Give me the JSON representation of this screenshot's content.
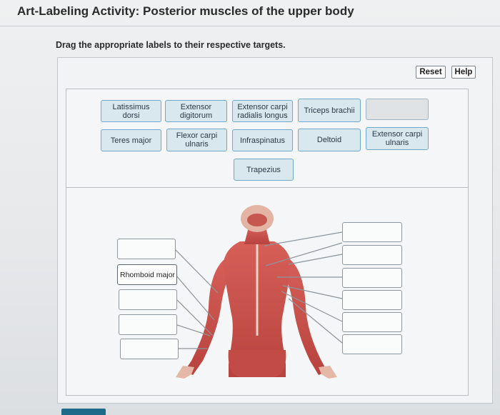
{
  "header": {
    "title": "Art-Labeling Activity: Posterior muscles of the upper body"
  },
  "instructions": "Drag the appropriate labels to their respective targets.",
  "toolbar": {
    "reset_label": "Reset",
    "help_label": "Help"
  },
  "label_bank": [
    {
      "line1": "Latissimus dorsi",
      "line2": ""
    },
    {
      "line1": "Extensor",
      "line2": "digitorum"
    },
    {
      "line1": "Extensor carpi",
      "line2": "radialis longus"
    },
    {
      "line1": "Triceps brachii",
      "line2": ""
    },
    {
      "line1": "",
      "line2": ""
    },
    {
      "line1": "Teres major",
      "line2": ""
    },
    {
      "line1": "Flexor carpi",
      "line2": "ulnaris"
    },
    {
      "line1": "Infraspinatus",
      "line2": ""
    },
    {
      "line1": "Deltoid",
      "line2": ""
    },
    {
      "line1": "Extensor carpi",
      "line2": "ulnaris"
    },
    {
      "line1": "Trapezius",
      "line2": ""
    }
  ],
  "left_targets": [
    "",
    "Rhomboid major",
    "",
    "",
    ""
  ],
  "right_targets": [
    "",
    "",
    "",
    "",
    "",
    "",
    ""
  ],
  "colors": {
    "chip_fill": "#d9e7ef",
    "chip_border": "#6ea9cc",
    "muscle": "#c8504a",
    "accent_button": "#1f6b8a"
  },
  "icons": {
    "figure": "posterior-muscle-figure"
  }
}
